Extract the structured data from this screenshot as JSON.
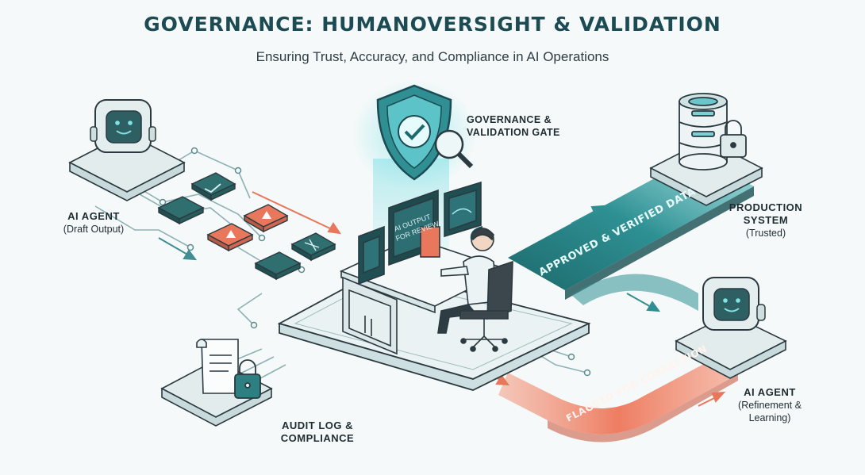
{
  "header": {
    "title": "GOVERNANCE: HUMANOVERSIGHT & VALIDATION",
    "subtitle": "Ensuring Trust, Accuracy, and Compliance in AI Operations"
  },
  "nodes": {
    "ai_agent_draft": {
      "title": "AI AGENT",
      "subtitle": "(Draft Output)"
    },
    "gate": {
      "line1": "GOVERNANCE &",
      "line2": "VALIDATION GATE"
    },
    "production": {
      "line1": "PRODUCTION",
      "line2": "SYSTEM",
      "subtitle": "(Trusted)"
    },
    "ai_agent_refine": {
      "title": "AI AGENT",
      "subtitle_line1": "(Refinement &",
      "subtitle_line2": "Learning)"
    },
    "audit": {
      "line1": "AUDIT LOG &",
      "line2": "COMPLIANCE"
    }
  },
  "paths": {
    "approved": "APPROVED & VERIFIED DATA",
    "flagged": "FLAGGED FOR CORRECTION"
  },
  "screen": {
    "line1": "AI OUTPUT",
    "line2": "FOR REVIEW"
  },
  "colors": {
    "title": "#1c4b53",
    "teal": "#2f8f93",
    "teal_dark": "#1d6466",
    "coral": "#ec7a5f",
    "platform": "#e9f1f2",
    "outline": "#2b3a40"
  }
}
